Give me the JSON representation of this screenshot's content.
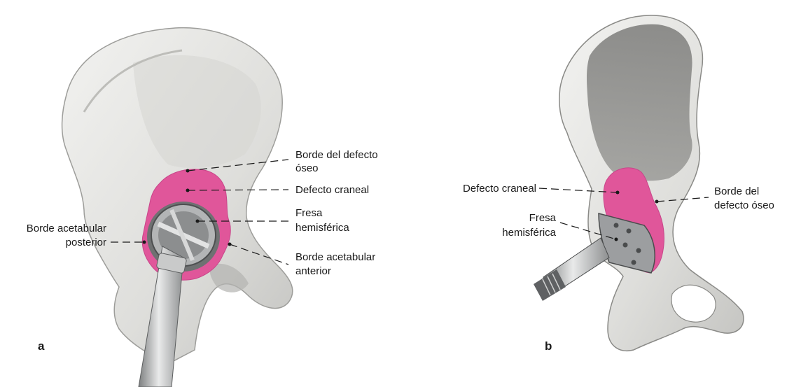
{
  "colors": {
    "bone": "#e6e6e3",
    "bone_shadow": "#b9b9b6",
    "bone_dark": "#8a8a88",
    "defect": "#e0569a",
    "metal": "#a7a9aa",
    "metal_dark": "#5f6163",
    "label": "#1a1a1a"
  },
  "panel_a": {
    "letter": "a",
    "labels": {
      "borde_defecto_line1": "Borde del defecto",
      "borde_defecto_line2": "óseo",
      "defecto_craneal": "Defecto craneal",
      "fresa_line1": "Fresa",
      "fresa_line2": "hemisférica",
      "borde_posterior_line1": "Borde acetabular",
      "borde_posterior_line2": "posterior",
      "borde_anterior_line1": "Borde acetabular",
      "borde_anterior_line2": "anterior"
    }
  },
  "panel_b": {
    "letter": "b",
    "labels": {
      "defecto_craneal": "Defecto craneal",
      "fresa_line1": "Fresa",
      "fresa_line2": "hemisférica",
      "borde_defecto_line1": "Borde del",
      "borde_defecto_line2": "defecto óseo"
    }
  }
}
